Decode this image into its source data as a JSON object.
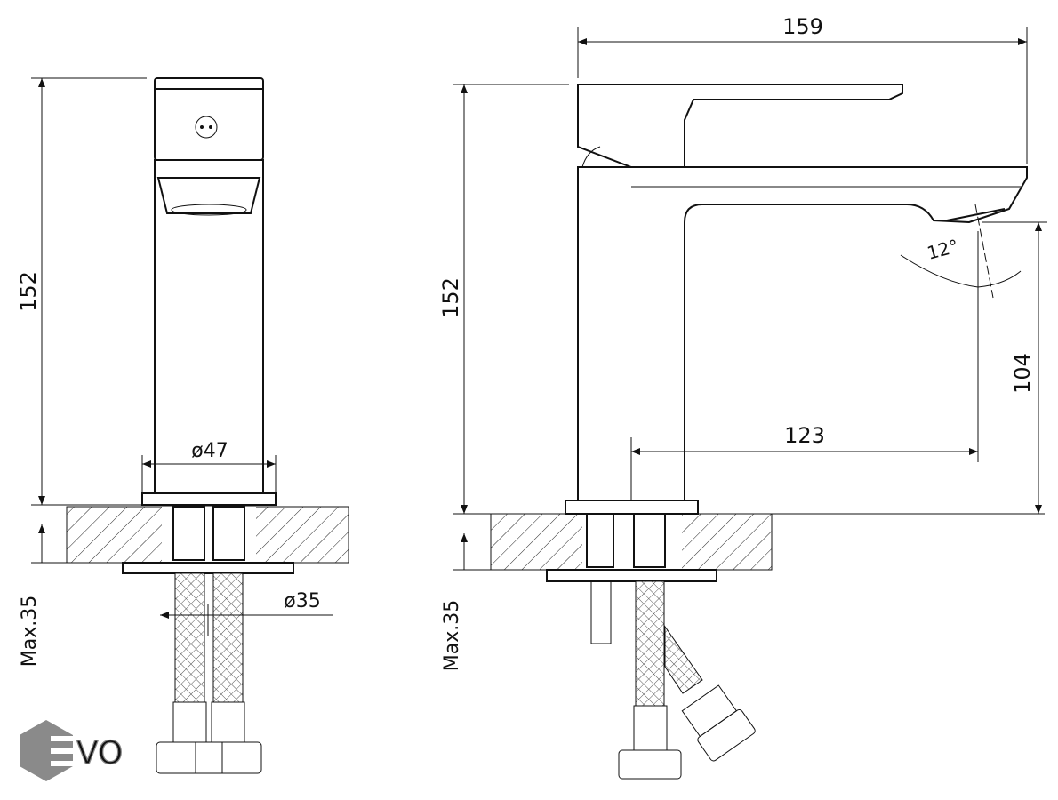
{
  "dimensions": {
    "overall_length": "159",
    "height_front": "152",
    "height_side": "152",
    "spout_height": "104",
    "spout_reach": "123",
    "spout_angle": "12°",
    "body_diameter": "ø47",
    "hole_diameter": "ø35",
    "max_thickness_front": "Max.35",
    "max_thickness_side": "Max.35"
  },
  "logo": {
    "text": "EVO",
    "color": "#8a8a8a"
  }
}
